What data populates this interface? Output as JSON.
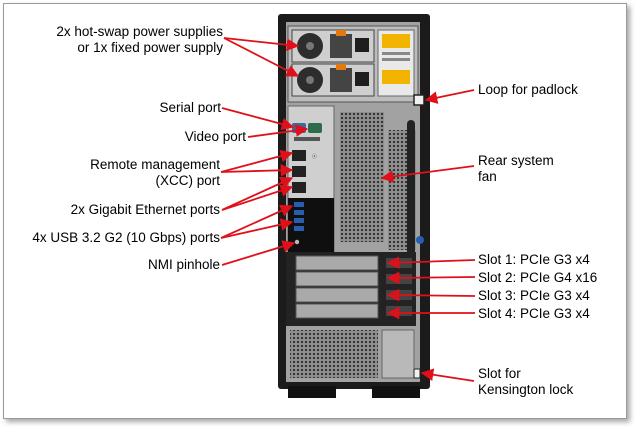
{
  "labels": {
    "psu_line1": "2x hot-swap power supplies",
    "psu_line2": "or 1x fixed power supply",
    "serial": "Serial port",
    "video": "Video port",
    "xcc_line1": "Remote management",
    "xcc_line2": "(XCC) port",
    "ethernet": "2x Gigabit Ethernet ports",
    "usb": "4x USB 3.2 G2 (10 Gbps) ports",
    "nmi": "NMI pinhole",
    "padlock": "Loop for padlock",
    "fan_line1": "Rear system",
    "fan_line2": "fan",
    "slot1": "Slot 1: PCIe G3 x4",
    "slot2": "Slot 2: PCIe G4 x16",
    "slot3": "Slot 3: PCIe G3 x4",
    "slot4": "Slot 4: PCIe G3 x4",
    "kens_line1": "Slot for",
    "kens_line2": "Kensington lock"
  },
  "colors": {
    "arrow": "#e0101a",
    "chassis": "#1a1a1a",
    "panel": "#9c9c9c",
    "usb_blue": "#2a5db0"
  }
}
